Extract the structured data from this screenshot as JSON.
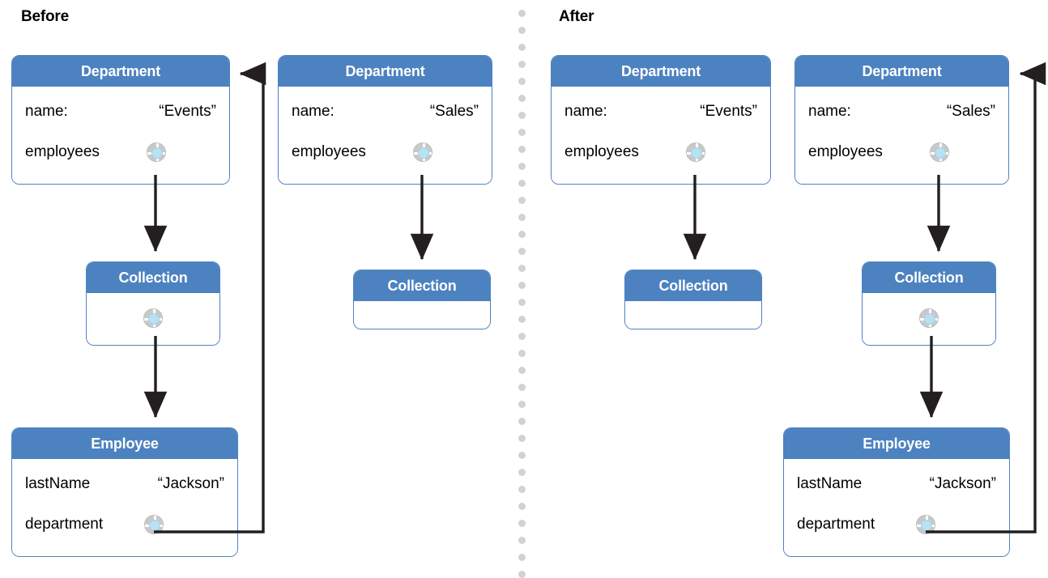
{
  "diagram": {
    "title_hidden": "",
    "colors": {
      "box_header": "#4d82c0",
      "box_border": "#4d82c0",
      "box_body": "#ffffff",
      "socket_ring": "#c9c9c9",
      "socket_core": "#b8e2f2",
      "wire": "#231f20",
      "divider_dot": "#d2d2d2",
      "text": "#000000",
      "header_text": "#ffffff"
    },
    "sections": [
      {
        "id": "before",
        "label": "Before"
      },
      {
        "id": "after",
        "label": "After"
      }
    ],
    "labels": {
      "key_name": "name:",
      "key_employees": "employees",
      "key_lastname": "lastName",
      "key_department": "department"
    },
    "class_names": {
      "department": "Department",
      "collection": "Collection",
      "employee": "Employee"
    },
    "values": {
      "events": "“Events”",
      "sales": "“Sales”",
      "jackson": "“Jackson”"
    },
    "nodes": {
      "before": {
        "dept_events": {
          "title": "Department",
          "rows": [
            {
              "key": "name:",
              "value": "“Events”",
              "socket": false
            },
            {
              "key": "employees",
              "value": "",
              "socket": true
            }
          ]
        },
        "dept_sales": {
          "title": "Department",
          "rows": [
            {
              "key": "name:",
              "value": "“Sales”",
              "socket": false
            },
            {
              "key": "employees",
              "value": "",
              "socket": true
            }
          ]
        },
        "coll_events": {
          "title": "Collection",
          "rows": [
            {
              "key": "",
              "value": "",
              "socket": true
            }
          ]
        },
        "coll_sales": {
          "title": "Collection",
          "rows": [
            {
              "key": "",
              "value": "",
              "socket": false
            }
          ]
        },
        "employee": {
          "title": "Employee",
          "rows": [
            {
              "key": "lastName",
              "value": "“Jackson”",
              "socket": false
            },
            {
              "key": "department",
              "value": "",
              "socket": true
            }
          ]
        }
      },
      "after": {
        "dept_events": {
          "title": "Department",
          "rows": [
            {
              "key": "name:",
              "value": "“Events”",
              "socket": false
            },
            {
              "key": "employees",
              "value": "",
              "socket": true
            }
          ]
        },
        "dept_sales": {
          "title": "Department",
          "rows": [
            {
              "key": "name:",
              "value": "“Sales”",
              "socket": false
            },
            {
              "key": "employees",
              "value": "",
              "socket": true
            }
          ]
        },
        "coll_events": {
          "title": "Collection",
          "rows": [
            {
              "key": "",
              "value": "",
              "socket": false
            }
          ]
        },
        "coll_sales": {
          "title": "Collection",
          "rows": [
            {
              "key": "",
              "value": "",
              "socket": true
            }
          ]
        },
        "employee": {
          "title": "Employee",
          "rows": [
            {
              "key": "lastName",
              "value": "“Jackson”",
              "socket": false
            },
            {
              "key": "department",
              "value": "",
              "socket": true
            }
          ]
        }
      }
    },
    "edges": [
      {
        "id": "before-dept-events-to-collection",
        "from": "before.dept_events.employees",
        "to": "before.coll_events",
        "arrow": true
      },
      {
        "id": "before-collection-to-employee",
        "from": "before.coll_events.item",
        "to": "before.employee",
        "arrow": true
      },
      {
        "id": "before-employee-to-dept-events",
        "from": "before.employee.department",
        "to": "before.dept_events",
        "arrow": true
      },
      {
        "id": "before-dept-sales-to-collection",
        "from": "before.dept_sales.employees",
        "to": "before.coll_sales",
        "arrow": true
      },
      {
        "id": "after-dept-events-to-collection",
        "from": "after.dept_events.employees",
        "to": "after.coll_events",
        "arrow": true
      },
      {
        "id": "after-dept-sales-to-collection",
        "from": "after.dept_sales.employees",
        "to": "after.coll_sales",
        "arrow": true
      },
      {
        "id": "after-collection-to-employee",
        "from": "after.coll_sales.item",
        "to": "after.employee",
        "arrow": true
      },
      {
        "id": "after-employee-to-dept-sales",
        "from": "after.employee.department",
        "to": "after.dept_sales",
        "arrow": true
      }
    ]
  }
}
